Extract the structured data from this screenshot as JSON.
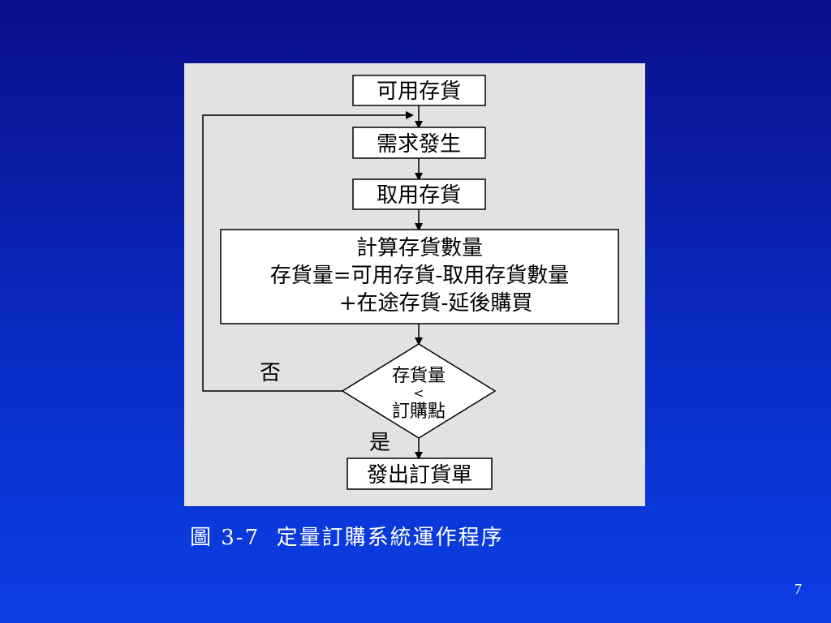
{
  "diagram": {
    "nodes": {
      "available_stock": "可用存貨",
      "demand_occurs": "需求發生",
      "withdraw_stock": "取用存貨",
      "compute_title": "計算存貨數量",
      "compute_line1": "存貨量=可用存貨-取用存貨數量",
      "compute_line2": "+在途存貨-延後購買",
      "decision_line1": "存貨量",
      "decision_line2": "<",
      "decision_line3": "訂購點",
      "issue_order": "發出訂貨單"
    },
    "edge_labels": {
      "no": "否",
      "yes": "是"
    }
  },
  "caption": "圖 3-7  定量訂購系統運作程序",
  "page_number": "7",
  "colors": {
    "background_top": "#0b0f8a",
    "background_bottom": "#0b3fe6",
    "panel": "#e2e2e2",
    "box_fill": "#ffffff",
    "stroke": "#000000",
    "caption_text": "#ffffff"
  }
}
